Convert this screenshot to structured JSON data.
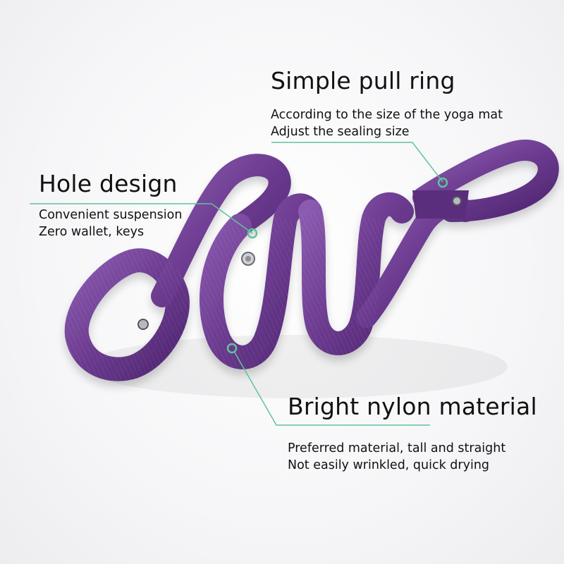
{
  "accent_color": "#5fc39a",
  "strap_color": "#6b3a8f",
  "callouts": {
    "pull_ring": {
      "title": "Simple pull ring",
      "lines": [
        "According to the size of the yoga mat",
        "Adjust the sealing size"
      ]
    },
    "hole_design": {
      "title": "Hole design",
      "lines": [
        "Convenient suspension",
        "Zero wallet, keys"
      ]
    },
    "nylon": {
      "title": "Bright nylon material",
      "lines": [
        "Preferred material, tall and straight",
        "Not easily wrinkled, quick drying"
      ]
    }
  }
}
